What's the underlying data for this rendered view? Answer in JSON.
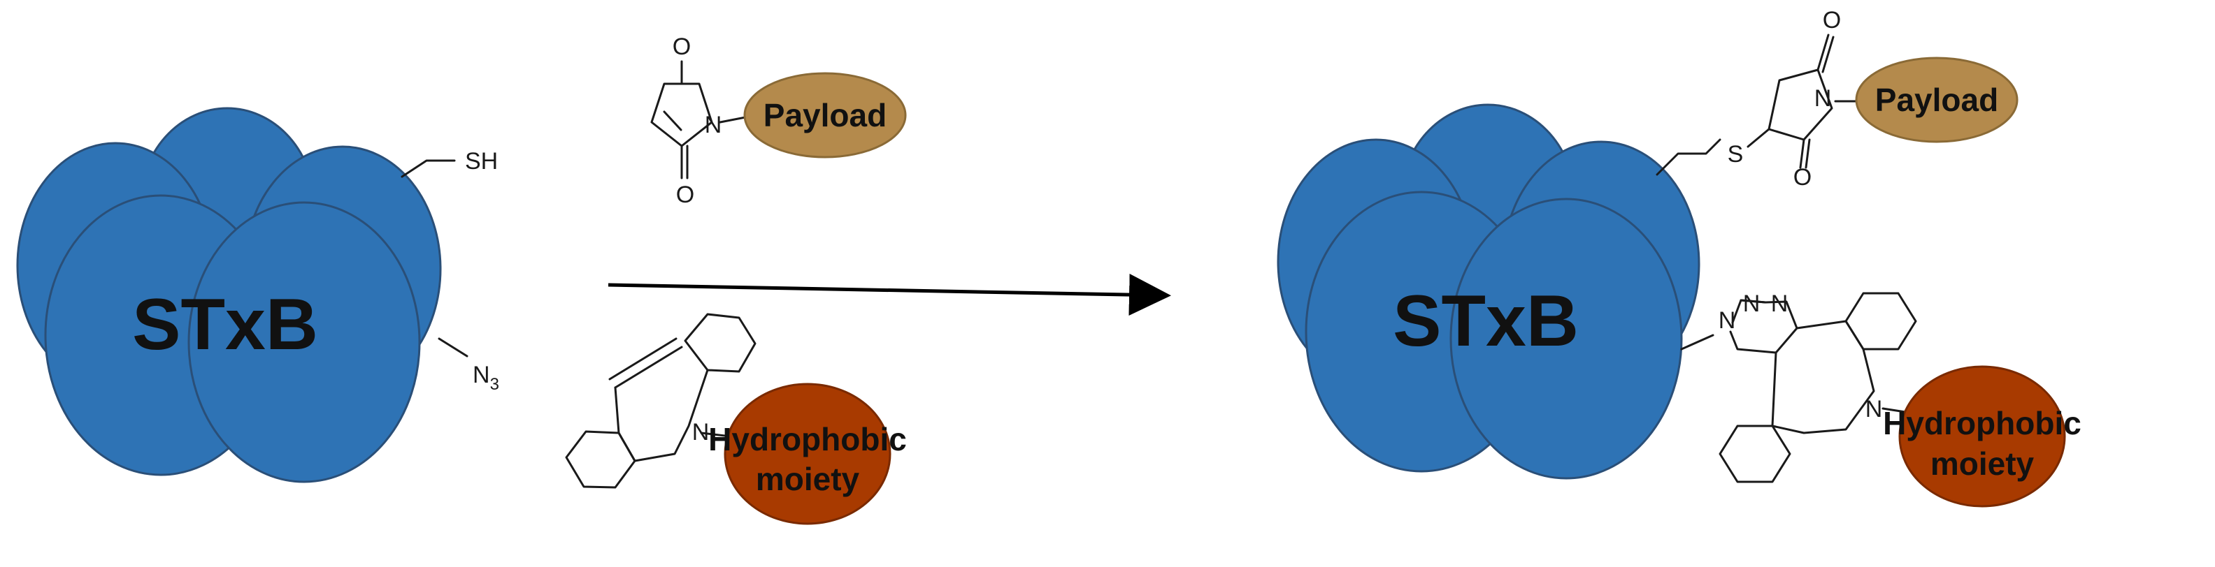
{
  "colors": {
    "protein": "#2e73b5",
    "payload": "#b48a4c",
    "hydrophobic": "#a83a00",
    "arrow": "#000000"
  },
  "left": {
    "protein_label": "STxB",
    "sh_label": "SH",
    "azide_label": "N",
    "azide_subscript": "3"
  },
  "reagents": {
    "maleimide_o_top": "O",
    "maleimide_o_bottom": "O",
    "maleimide_n": "N",
    "payload_label": "Payload",
    "dbco_n": "N",
    "hydrophobic_line1": "Hydrophobic",
    "hydrophobic_line2": "moiety"
  },
  "right": {
    "protein_label": "STxB",
    "thioether_s": "S",
    "succinimide_o_top": "O",
    "succinimide_o_bottom": "O",
    "succinimide_n": "N",
    "payload_label": "Payload",
    "triazole_n1": "N",
    "triazole_n2": "N",
    "triazole_n3": "N",
    "dbco_n": "N",
    "hydrophobic_line1": "Hydrophobic",
    "hydrophobic_line2": "moiety"
  }
}
